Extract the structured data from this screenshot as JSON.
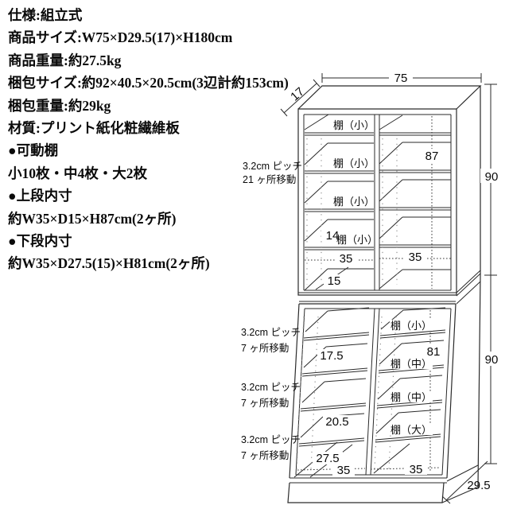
{
  "specs": {
    "lines": [
      "仕様:組立式",
      "商品サイズ:W75×D29.5(17)×H180cm",
      "商品重量:約27.5kg",
      "梱包サイズ:約92×40.5×20.5cm(3辺計約153cm)",
      "梱包重量:約29kg",
      "材質:プリント紙化粧繊維板",
      "●可動棚",
      "小10枚・中4枚・大2枚",
      "●上段内寸",
      "約W35×D15×H87cm(2ヶ所)",
      "●下段内寸",
      "約W35×D27.5(15)×H81cm(2ヶ所)"
    ]
  },
  "diagram": {
    "dimensions": {
      "overall_width": "75",
      "top_depth": "17",
      "upper_height": "90",
      "lower_height": "90",
      "base_depth": "29.5"
    },
    "pitch_notes": {
      "upper": {
        "line1": "3.2cm ピッチ",
        "line2": "21 ヶ所移動"
      },
      "lower_a": {
        "line1": "3.2cm ピッチ",
        "line2": "7 ヶ所移動"
      },
      "lower_b": {
        "line1": "3.2cm ピッチ",
        "line2": "7 ヶ所移動"
      },
      "lower_c": {
        "line1": "3.2cm ピッチ",
        "line2": "7 ヶ所移動"
      }
    },
    "upper_cabinet": {
      "shelf_labels": [
        "棚（小）",
        "棚（小）",
        "棚（小）",
        "棚（小）"
      ],
      "shelf_depth": "14",
      "inner_height": "87",
      "inner_width_left": "35",
      "inner_width_right": "35",
      "inner_depth": "15"
    },
    "lower_cabinet": {
      "shelf_labels": [
        "棚（小）",
        "棚（中）",
        "棚（中）",
        "棚（大）"
      ],
      "inner_height": "81",
      "depth_upper_shelf": "17.5",
      "depth_middle_shelf": "20.5",
      "depth_bottom": "27.5",
      "inner_width_left": "35",
      "inner_width_right": "35"
    }
  }
}
